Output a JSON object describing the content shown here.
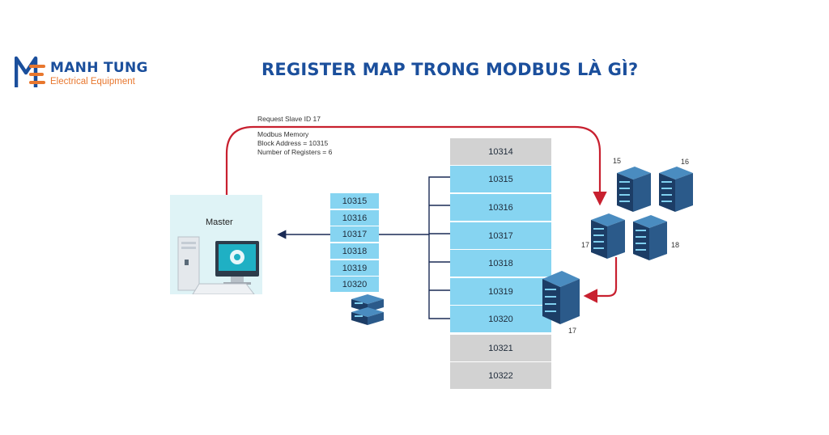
{
  "brand": {
    "name": "MANH TUNG",
    "tagline": "Electrical Equipment"
  },
  "title": "REGISTER MAP TRONG MODBUS LÀ GÌ?",
  "request": {
    "line1": "Request Slave ID 17",
    "line2": "Modbus Memory",
    "line3": "Block Address = 10315",
    "line4": "Number of Registers = 6"
  },
  "master_label": "Master",
  "requested_registers": [
    "10315",
    "10316",
    "10317",
    "10318",
    "10319",
    "10320"
  ],
  "memory_registers": [
    {
      "address": "10314",
      "selected": false
    },
    {
      "address": "10315",
      "selected": true
    },
    {
      "address": "10316",
      "selected": true
    },
    {
      "address": "10317",
      "selected": true
    },
    {
      "address": "10318",
      "selected": true
    },
    {
      "address": "10319",
      "selected": true
    },
    {
      "address": "10320",
      "selected": true
    },
    {
      "address": "10321",
      "selected": false
    },
    {
      "address": "10322",
      "selected": false
    }
  ],
  "slave_ids": {
    "s15": "15",
    "s16": "16",
    "s17": "17",
    "s18": "18",
    "slave_selected": "17"
  },
  "colors": {
    "brand_blue": "#1b4f9c",
    "brand_orange": "#e8772e",
    "register_selected": "#86d4f1",
    "register_other": "#d2d2d2",
    "request_arrow": "#c8202f",
    "response_arrow": "#1a2a55"
  }
}
